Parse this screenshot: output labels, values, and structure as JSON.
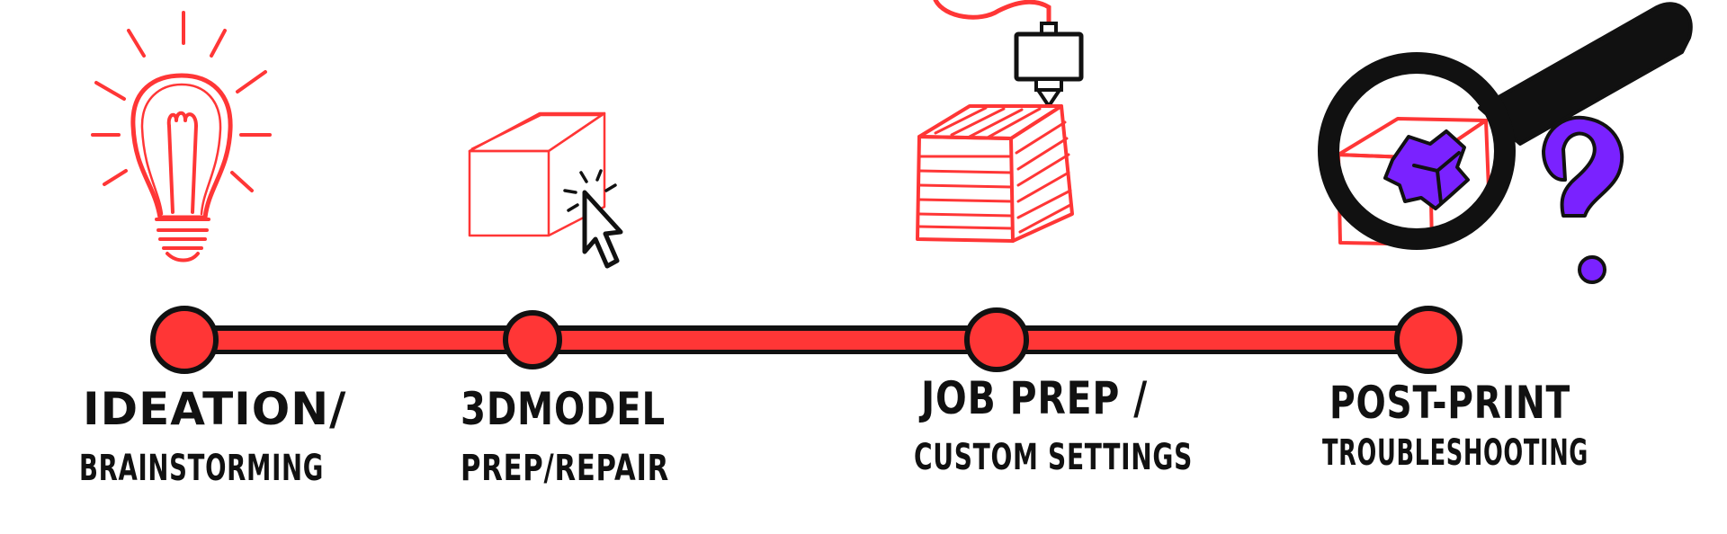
{
  "colors": {
    "accent_red": "#ff3636",
    "ink_black": "#111111",
    "accent_purple": "#7a22ff",
    "background": "#ffffff"
  },
  "stages": [
    {
      "icon": "lightbulb-icon",
      "line1": "IDEATION/",
      "line2": "BRAINSTORMING"
    },
    {
      "icon": "cube-cursor-icon",
      "line1": "3DMODEL",
      "line2": "PREP/REPAIR"
    },
    {
      "icon": "print-nozzle-icon",
      "line1": "JOB PREP /",
      "line2": "CUSTOM SETTINGS"
    },
    {
      "icon": "magnifier-question-icon",
      "line1": "POST-PRINT",
      "line2": "TROUBLESHOOTING"
    }
  ]
}
